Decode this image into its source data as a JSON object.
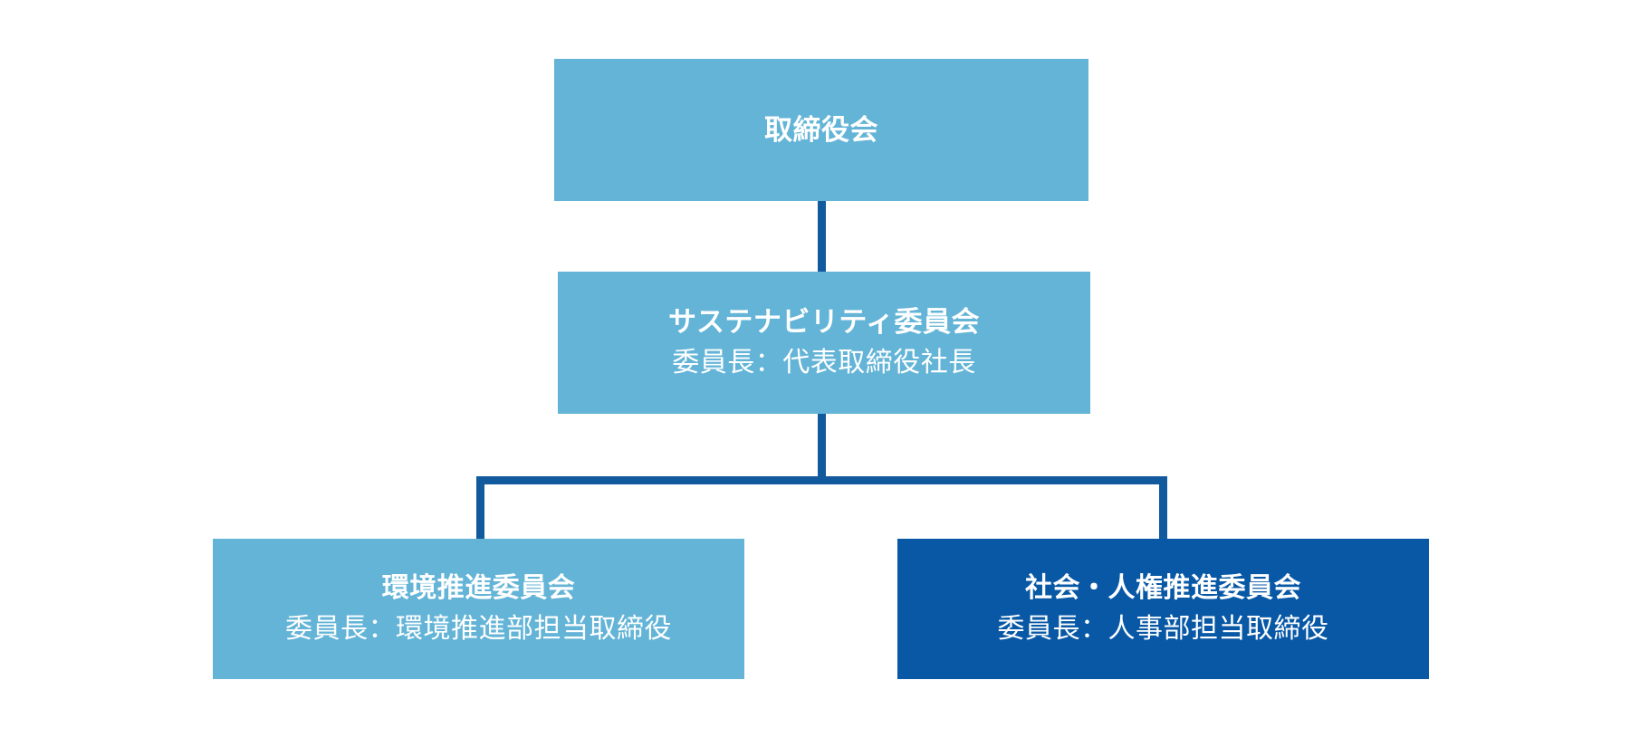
{
  "diagram": {
    "type": "organization-chart",
    "background_color": "#ffffff",
    "colors": {
      "light_blue": "#63b4d7",
      "dark_blue": "#0858a6",
      "connector_blue": "#125a9e",
      "text_white": "#ffffff"
    },
    "nodes": [
      {
        "id": "board",
        "title": "取締役会",
        "subtitle": "",
        "fill": "#63b4d7",
        "level": 0
      },
      {
        "id": "sustainability",
        "title": "サステナビリティ委員会",
        "subtitle": "委員長：代表取締役社長",
        "fill": "#63b4d7",
        "level": 1
      },
      {
        "id": "environment",
        "title": "環境推進委員会",
        "subtitle": "委員長：環境推進部担当取締役",
        "fill": "#63b4d7",
        "level": 2
      },
      {
        "id": "social",
        "title": "社会・人権推進委員会",
        "subtitle": "委員長：人事部担当取締役",
        "fill": "#0858a6",
        "level": 2
      }
    ],
    "edges": [
      {
        "from": "board",
        "to": "sustainability",
        "style": "vertical"
      },
      {
        "from": "sustainability",
        "to": "environment",
        "style": "elbow"
      },
      {
        "from": "sustainability",
        "to": "social",
        "style": "elbow"
      }
    ]
  }
}
